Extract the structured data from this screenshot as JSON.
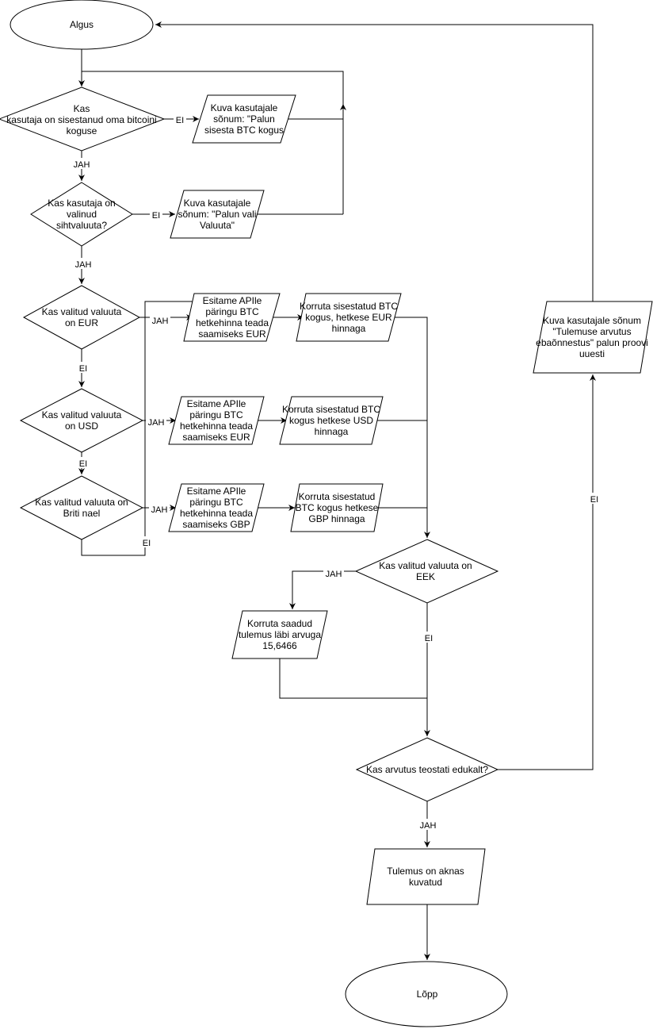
{
  "nodes": {
    "start": [
      "Algus"
    ],
    "d_amount": [
      "Kas",
      "kasutaja on sisestanud oma bitcoini",
      "koguse"
    ],
    "msg_amount": [
      "Kuva kasutajale",
      "sõnum: \"Palun",
      "sisesta BTC kogus"
    ],
    "d_currency": [
      "Kas kasutaja on",
      "valinud",
      "sihtvaluuta?"
    ],
    "msg_currency": [
      "Kuva kasutajale",
      "sõnum: \"Palun vali",
      "Valuuta\""
    ],
    "d_eur": [
      "Kas valitud valuuta",
      "on EUR"
    ],
    "api_eur": [
      "Esitame APIle",
      "päringu BTC",
      "hetkehinna teada",
      "saamiseks EUR"
    ],
    "mul_eur": [
      "Korruta sisestatud BTC",
      "kogus, hetkese EUR",
      "hinnaga"
    ],
    "d_usd": [
      "Kas valitud valuuta",
      "on USD"
    ],
    "api_usd": [
      "Esitame APIle",
      "päringu BTC",
      "hetkehinna teada",
      "saamiseks EUR"
    ],
    "mul_usd": [
      "Korruta sisestatud BTC",
      "kogus hetkese USD",
      "hinnaga"
    ],
    "d_gbp": [
      "Kas valitud valuuta on",
      "Briti nael"
    ],
    "api_gbp": [
      "Esitame APIle",
      "päringu BTC",
      "hetkehinna teada",
      "saamiseks GBP"
    ],
    "mul_gbp": [
      "Korruta sisestatud",
      "BTC kogus hetkese",
      "GBP hinnaga"
    ],
    "d_eek": [
      "Kas valitud valuuta on",
      "EEK"
    ],
    "div_eek": [
      "Korruta saadud",
      "tulemus läbi arvuga",
      "15,6466"
    ],
    "d_success": [
      "Kas arvutus teostati edukalt?"
    ],
    "result": [
      "Tulemus on aknas",
      "kuvatud"
    ],
    "msg_fail": [
      "Kuva kasutajale sõnum",
      "\"Tulemuse arvutus",
      "ebaõnnestus\" palun proovi",
      "uuesti"
    ],
    "end": [
      "Lõpp"
    ]
  },
  "edge_labels": {
    "amount_no": "EI",
    "amount_yes": "JAH",
    "currency_no": "EI",
    "currency_yes": "JAH",
    "eur_yes": "JAH",
    "eur_no": "EI",
    "usd_yes": "JAH",
    "usd_no": "EI",
    "gbp_yes": "JAH",
    "gbp_no": "EI",
    "eek_yes": "JAH",
    "eek_no": "EI",
    "success_yes": "JAH",
    "success_no": "EI"
  }
}
